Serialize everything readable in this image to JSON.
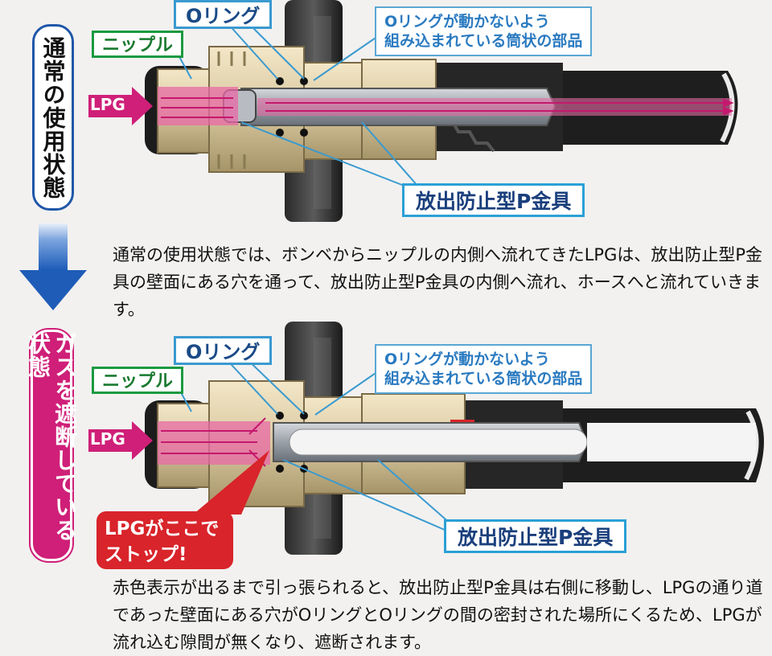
{
  "top_state": {
    "side_label": "通常の使用状態",
    "callouts": {
      "oring": "Oリング",
      "nipple": "ニップル",
      "tube_line1": "Oリングが動かないよう",
      "tube_line2": "組み込まれている筒状の部品",
      "p_fitting": "放出防止型P金具",
      "lpg": "LPG"
    },
    "description": "通常の使用状態では、ボンベからニップルの内側へ流れてきたLPGは、放出防止型P金具の壁面にある穴を通って、放出防止型P金具の内側へ流れ、ホースへと流れていきます。"
  },
  "bottom_state": {
    "side_label": "ガスを遮断している状態",
    "callouts": {
      "oring": "Oリング",
      "nipple": "ニップル",
      "tube_line1": "Oリングが動かないよう",
      "tube_line2": "組み込まれている筒状の部品",
      "p_fitting": "放出防止型P金具",
      "lpg": "LPG"
    },
    "stop_label": "LPGがここで\nストップ!",
    "description": "赤色表示が出るまで引っ張られると、放出防止型P金具は右側に移動し、LPGの通り道であった壁面にある穴がOリングとOリングの間の密封された場所にくるため、LPGが流れ込む隙間が無くなり、遮断されます。"
  },
  "colors": {
    "brass": "#d9c9a3",
    "metal": "#9aa0a8",
    "hose": "#1e1e1e",
    "gas": "#e86aa5",
    "arrow": "#2468c4",
    "stop_red": "#d8242a"
  }
}
